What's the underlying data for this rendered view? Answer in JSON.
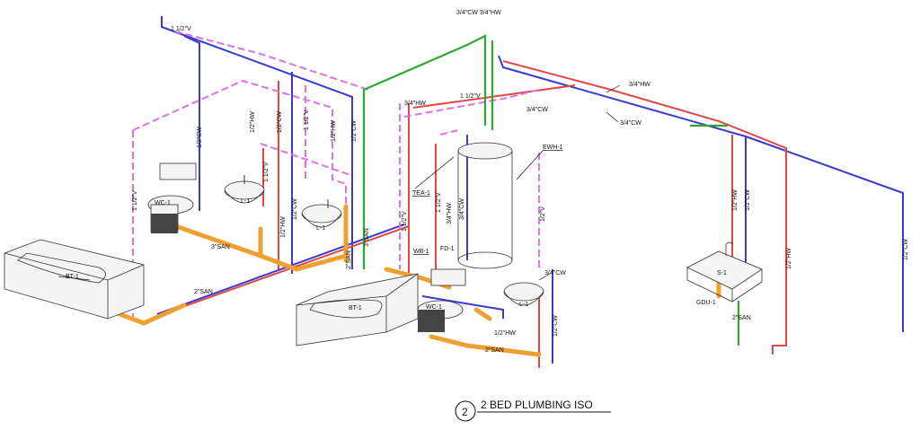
{
  "drawing": {
    "number": "2",
    "title": "2 BED PLUMBING ISO"
  },
  "pipe_labels": [
    "1 1/2\"V",
    "3/4\"CW 3/4\"HW",
    "3/4\"HW",
    "3/4\"CW",
    "3/4\"HW",
    "1 1/2\"V",
    "3/4\"CW",
    "1/2\"CW",
    "1/2\"HW",
    "1/2\"CW",
    "1 1/2\"V",
    "1/2\"HW",
    "1/2\"CW",
    "1 1/2\"V",
    "1 1/2\"V",
    "3\"SAN",
    "3\"SAN",
    "2\"SAN",
    "1/2\"HW",
    "2\"SAN",
    "1/2\"CW",
    "1 1/2\"V",
    "3/4\"HW",
    "1 1/2\"V",
    "3/4\"CW",
    "1/2\"V",
    "3/4\"CW",
    "1/2\"CW",
    "1/2\"HW",
    "2\"SAN",
    "1/2\"HW",
    "1/2\"CW",
    "1/2\"HW",
    "2\"SAN",
    "1/2\"CW"
  ],
  "fixture_tags": {
    "bt1_left": "BT-1",
    "wc1_left": "WC-1",
    "l1_a": "L-1",
    "l1_b": "L-1",
    "bt1_center": "BT-1",
    "wc1_center": "WC-1",
    "l1_center": "L-1",
    "tea1": "TEA-1",
    "ewh1": "EWH-1",
    "wb1": "WB-1",
    "fd1": "FD-1",
    "s1": "S-1",
    "gdu1": "GDU-1"
  },
  "colors": {
    "cold_water": "#3a3ad0",
    "hot_water": "#e04848",
    "vent": "#e070e8",
    "gas_green": "#2fa82f",
    "sanitary": "#f0a030"
  }
}
